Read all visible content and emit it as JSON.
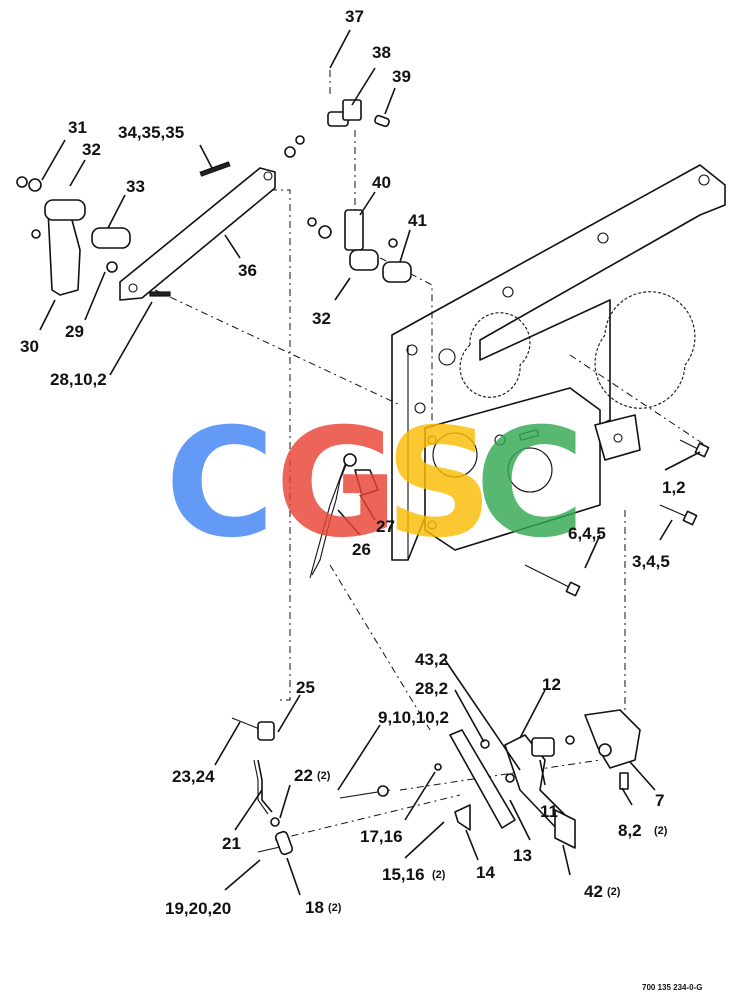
{
  "callouts": [
    {
      "id": "c37",
      "text": "37",
      "q": ""
    },
    {
      "id": "c38",
      "text": "38",
      "q": ""
    },
    {
      "id": "c39",
      "text": "39",
      "q": ""
    },
    {
      "id": "c31",
      "text": "31",
      "q": ""
    },
    {
      "id": "c32a",
      "text": "32",
      "q": ""
    },
    {
      "id": "c343535",
      "text": "34,35,35",
      "q": ""
    },
    {
      "id": "c33",
      "text": "33",
      "q": ""
    },
    {
      "id": "c40",
      "text": "40",
      "q": ""
    },
    {
      "id": "c41",
      "text": "41",
      "q": ""
    },
    {
      "id": "c36",
      "text": "36",
      "q": ""
    },
    {
      "id": "c32b",
      "text": "32",
      "q": ""
    },
    {
      "id": "c29",
      "text": "29",
      "q": ""
    },
    {
      "id": "c30",
      "text": "30",
      "q": ""
    },
    {
      "id": "c28102",
      "text": "28,10,2",
      "q": ""
    },
    {
      "id": "c12",
      "text": "1,2",
      "q": ""
    },
    {
      "id": "c27",
      "text": "27",
      "q": ""
    },
    {
      "id": "c26",
      "text": "26",
      "q": ""
    },
    {
      "id": "c645",
      "text": "6,4,5",
      "q": ""
    },
    {
      "id": "c345",
      "text": "3,4,5",
      "q": ""
    },
    {
      "id": "c432",
      "text": "43,2",
      "q": ""
    },
    {
      "id": "c25",
      "text": "25",
      "q": ""
    },
    {
      "id": "c282",
      "text": "28,2",
      "q": ""
    },
    {
      "id": "c12b",
      "text": "12",
      "q": ""
    },
    {
      "id": "c910102",
      "text": "9,10,10,2",
      "q": ""
    },
    {
      "id": "c2324",
      "text": "23,24",
      "q": ""
    },
    {
      "id": "c22",
      "text": "22",
      "q": "(2)"
    },
    {
      "id": "c11",
      "text": "11",
      "q": ""
    },
    {
      "id": "c7",
      "text": "7",
      "q": ""
    },
    {
      "id": "c1716",
      "text": "17,16",
      "q": ""
    },
    {
      "id": "c82",
      "text": "8,2",
      "q": "(2)"
    },
    {
      "id": "c21",
      "text": "21",
      "q": ""
    },
    {
      "id": "c13",
      "text": "13",
      "q": ""
    },
    {
      "id": "c1516",
      "text": "15,16",
      "q": "(2)"
    },
    {
      "id": "c14",
      "text": "14",
      "q": ""
    },
    {
      "id": "c42",
      "text": "42",
      "q": "(2)"
    },
    {
      "id": "c192020",
      "text": "19,20,20",
      "q": ""
    },
    {
      "id": "c18",
      "text": "18",
      "q": "(2)"
    }
  ],
  "watermark": {
    "letters": [
      "C",
      "G",
      "S",
      "C"
    ],
    "colors": [
      "#4285F4",
      "#EA4335",
      "#FBBC05",
      "#34A853"
    ]
  },
  "drawing_number": "700 135 234-0-G"
}
